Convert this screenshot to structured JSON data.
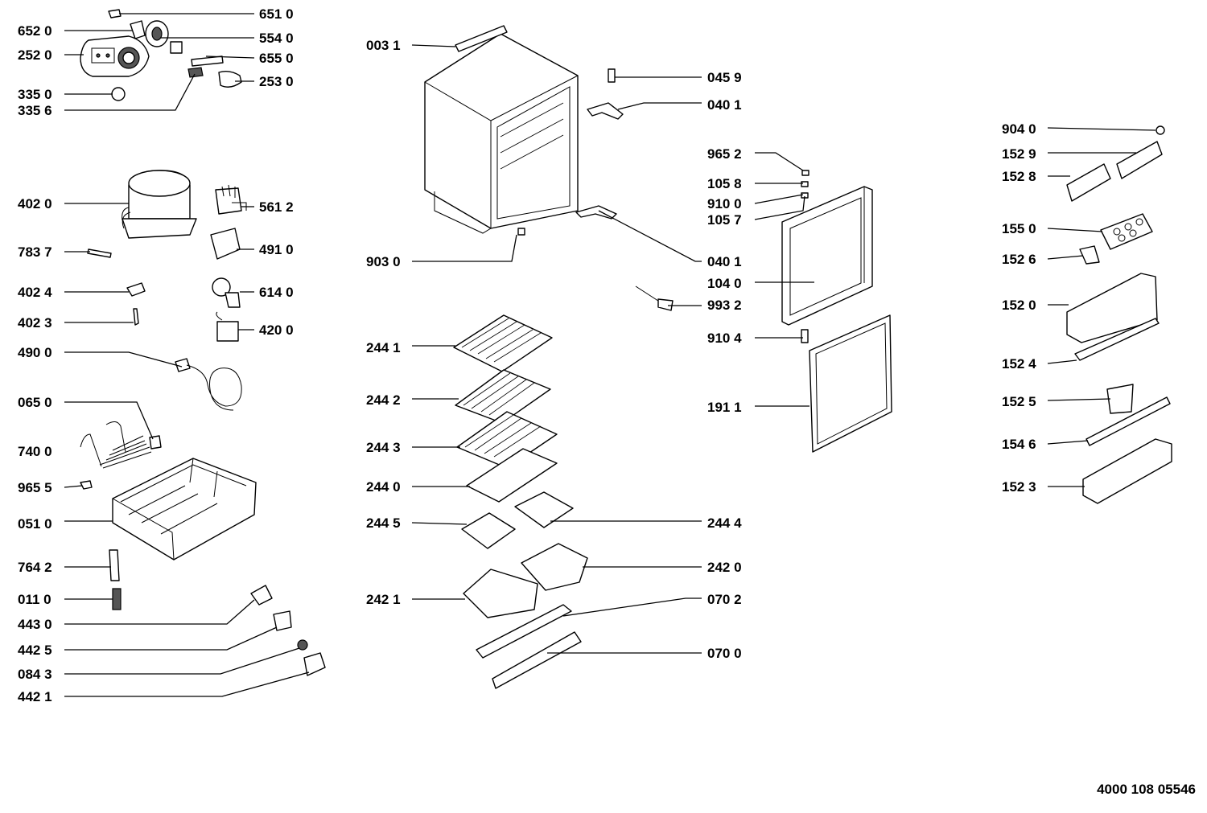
{
  "drawing_number": "4000 108 05546",
  "callouts": [
    {
      "id": "651",
      "text": "651 0"
    },
    {
      "id": "652",
      "text": "652 0"
    },
    {
      "id": "554",
      "text": "554 0"
    },
    {
      "id": "252",
      "text": "252 0"
    },
    {
      "id": "655",
      "text": "655 0"
    },
    {
      "id": "253",
      "text": "253 0"
    },
    {
      "id": "3350",
      "text": "335 0"
    },
    {
      "id": "3356",
      "text": "335 6"
    },
    {
      "id": "4020",
      "text": "402 0"
    },
    {
      "id": "561",
      "text": "561 2"
    },
    {
      "id": "491",
      "text": "491 0"
    },
    {
      "id": "783",
      "text": "783 7"
    },
    {
      "id": "4024",
      "text": "402 4"
    },
    {
      "id": "614",
      "text": "614 0"
    },
    {
      "id": "4023",
      "text": "402 3"
    },
    {
      "id": "4200",
      "text": "420 0"
    },
    {
      "id": "490",
      "text": "490 0"
    },
    {
      "id": "065",
      "text": "065 0"
    },
    {
      "id": "740",
      "text": "740 0"
    },
    {
      "id": "9655",
      "text": "965 5"
    },
    {
      "id": "051",
      "text": "051 0"
    },
    {
      "id": "764",
      "text": "764 2"
    },
    {
      "id": "011",
      "text": "011 0"
    },
    {
      "id": "443",
      "text": "443 0"
    },
    {
      "id": "4425",
      "text": "442 5"
    },
    {
      "id": "084",
      "text": "084 3"
    },
    {
      "id": "4421",
      "text": "442 1"
    },
    {
      "id": "003",
      "text": "003 1"
    },
    {
      "id": "045",
      "text": "045 9"
    },
    {
      "id": "0401a",
      "text": "040 1"
    },
    {
      "id": "9652",
      "text": "965 2"
    },
    {
      "id": "1058",
      "text": "105 8"
    },
    {
      "id": "9100",
      "text": "910 0"
    },
    {
      "id": "1057",
      "text": "105 7"
    },
    {
      "id": "903",
      "text": "903 0"
    },
    {
      "id": "0401b",
      "text": "040 1"
    },
    {
      "id": "104",
      "text": "104 0"
    },
    {
      "id": "993",
      "text": "993 2"
    },
    {
      "id": "9104",
      "text": "910 4"
    },
    {
      "id": "2441",
      "text": "244 1"
    },
    {
      "id": "2442",
      "text": "244 2"
    },
    {
      "id": "2443",
      "text": "244 3"
    },
    {
      "id": "2440",
      "text": "244 0"
    },
    {
      "id": "2445",
      "text": "244 5"
    },
    {
      "id": "2444",
      "text": "244 4"
    },
    {
      "id": "2420",
      "text": "242 0"
    },
    {
      "id": "2421",
      "text": "242 1"
    },
    {
      "id": "0702",
      "text": "070 2"
    },
    {
      "id": "0700",
      "text": "070 0"
    },
    {
      "id": "191",
      "text": "191 1"
    },
    {
      "id": "904",
      "text": "904 0"
    },
    {
      "id": "1529",
      "text": "152 9"
    },
    {
      "id": "1528",
      "text": "152 8"
    },
    {
      "id": "155",
      "text": "155 0"
    },
    {
      "id": "1526",
      "text": "152 6"
    },
    {
      "id": "1520",
      "text": "152 0"
    },
    {
      "id": "1524",
      "text": "152 4"
    },
    {
      "id": "1525",
      "text": "152 5"
    },
    {
      "id": "1546",
      "text": "154 6"
    },
    {
      "id": "1523",
      "text": "152 3"
    }
  ]
}
